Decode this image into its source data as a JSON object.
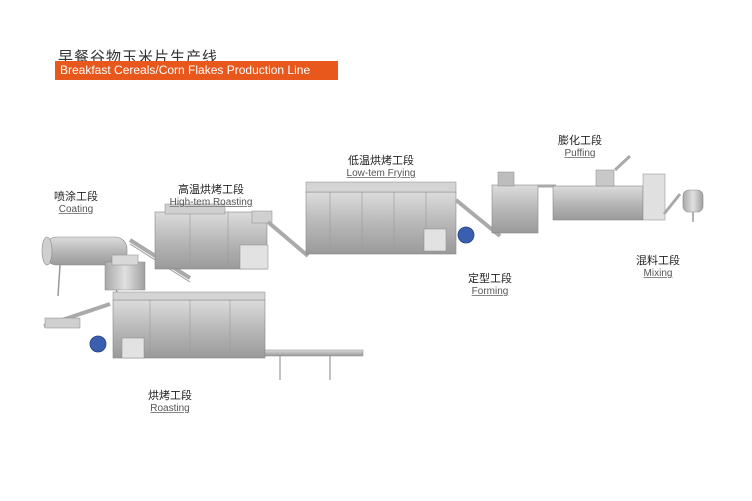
{
  "title": {
    "cn": "早餐谷物玉米片生产线",
    "en": "Breakfast Cereals/Corn Flakes Production Line"
  },
  "stages": {
    "coating": {
      "cn": "喷涂工段",
      "en": "Coating"
    },
    "roasting_high": {
      "cn": "高温烘烤工段",
      "en": "High-tem Roasting"
    },
    "frying": {
      "cn": "低温烘烤工段",
      "en": "Low-tem Frying"
    },
    "puffing": {
      "cn": "膨化工段",
      "en": "Puffing"
    },
    "forming": {
      "cn": "定型工段",
      "en": "Forming"
    },
    "mixing": {
      "cn": "混料工段",
      "en": "Mixing"
    },
    "roasting": {
      "cn": "烘烤工段",
      "en": "Roasting"
    }
  },
  "colors": {
    "accent": "#e8581d",
    "metal": "#c4c4c4",
    "motor": "#3a5fb0"
  }
}
